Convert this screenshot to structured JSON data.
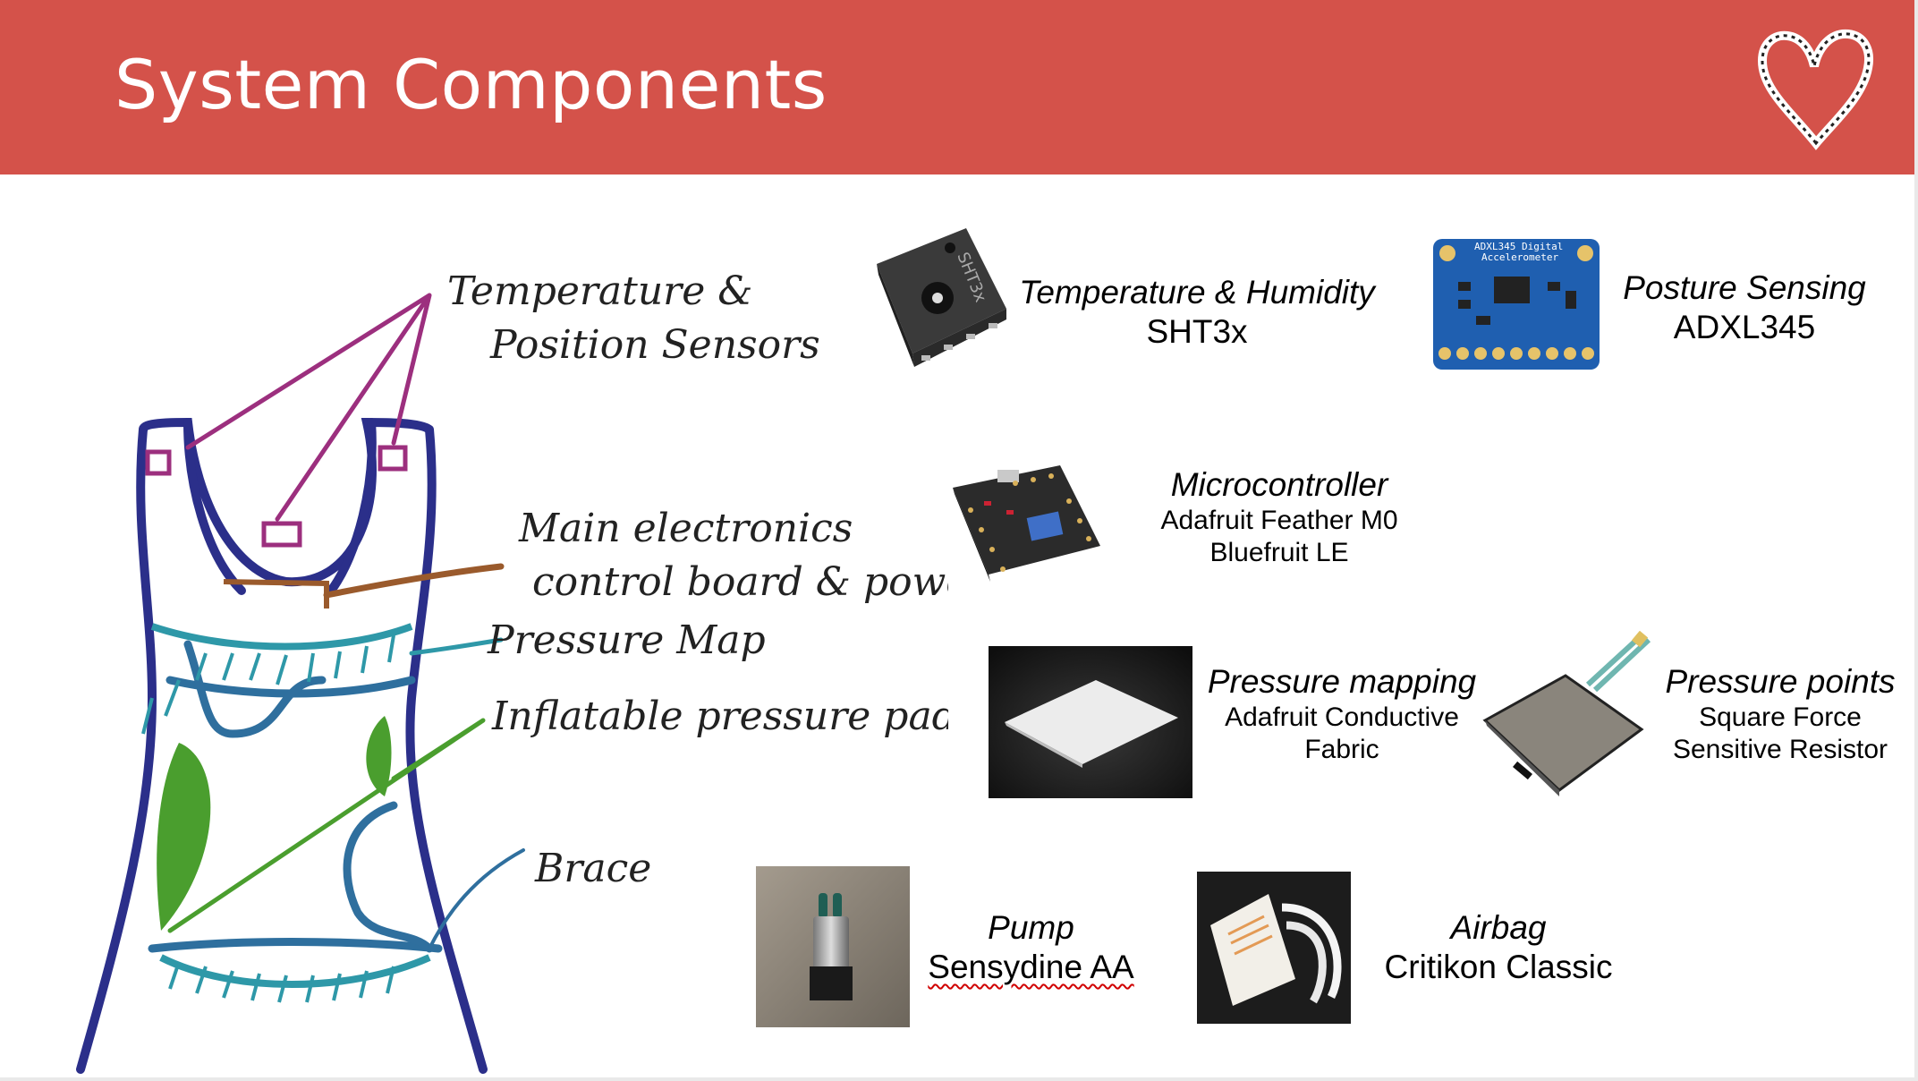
{
  "slide": {
    "title": "System Components",
    "header_color": "#d4524a"
  },
  "diagram": {
    "labels": {
      "sensors_line1": "Temperature &",
      "sensors_line2": "Position Sensors",
      "electronics_line1": "Main electronics",
      "electronics_line2": "control board & power",
      "pressure_map": "Pressure Map",
      "pads": "Inflatable pressure pads",
      "brace": "Brace"
    },
    "colors": {
      "brace": "#2b2f8a",
      "sensors": "#9c2f7e",
      "electronics": "#9a5a2c",
      "pressure_map": "#2e98a8",
      "pads": "#4a9e2e",
      "brace_inner": "#2f6f9e"
    }
  },
  "components": [
    {
      "heading": "Temperature & Humidity",
      "sub": "SHT3x",
      "icon": "sht3x-sensor-chip"
    },
    {
      "heading": "Posture Sensing",
      "sub": "ADXL345",
      "icon": "adxl345-accelerometer-board"
    },
    {
      "heading": "Microcontroller",
      "sub1": "Adafruit Feather M0",
      "sub2": "Bluefruit LE",
      "icon": "feather-board"
    },
    {
      "heading": "Pressure mapping",
      "sub1": "Adafruit Conductive",
      "sub2": "Fabric",
      "icon": "conductive-fabric"
    },
    {
      "heading": "Pressure points",
      "sub1": "Square Force",
      "sub2": "Sensitive Resistor",
      "icon": "force-sensor"
    },
    {
      "heading": "Pump",
      "sub": "Sensydine AA",
      "icon": "mini-pump"
    },
    {
      "heading": "Airbag",
      "sub": "Critikon Classic",
      "icon": "airbag-cuff"
    }
  ],
  "board_texts": {
    "sht_chip": "SHT3x",
    "adxl_line1": "ADXL345 Digital",
    "adxl_line2": "Accelerometer"
  }
}
